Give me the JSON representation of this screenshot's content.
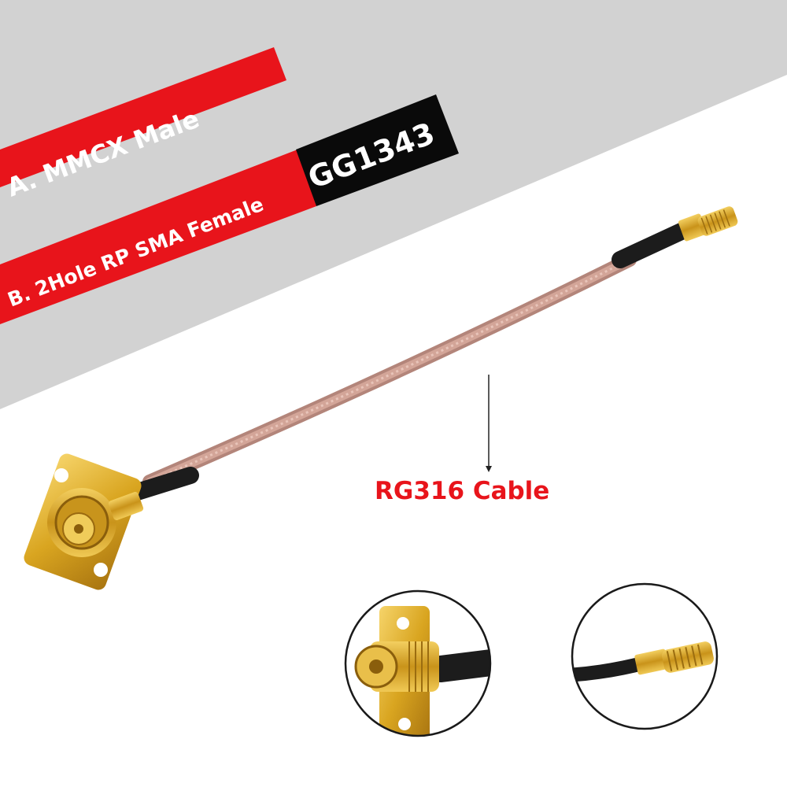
{
  "banners": {
    "a_label": "A. MMCX Male",
    "b_label": "B. 2Hole RP SMA Female",
    "code": "GG1343"
  },
  "callout": {
    "label": "RG316 Cable"
  },
  "colors": {
    "background_gray": "#d2d2d2",
    "banner_red": "#e8141b",
    "banner_black": "#0a0a0a",
    "callout_red": "#e8141b",
    "cable_pink": "#c9988c",
    "connector_gold": "#d9a520"
  },
  "detail_insets": [
    {
      "name": "sma-female-flange-connector"
    },
    {
      "name": "mmcx-male-connector"
    }
  ]
}
